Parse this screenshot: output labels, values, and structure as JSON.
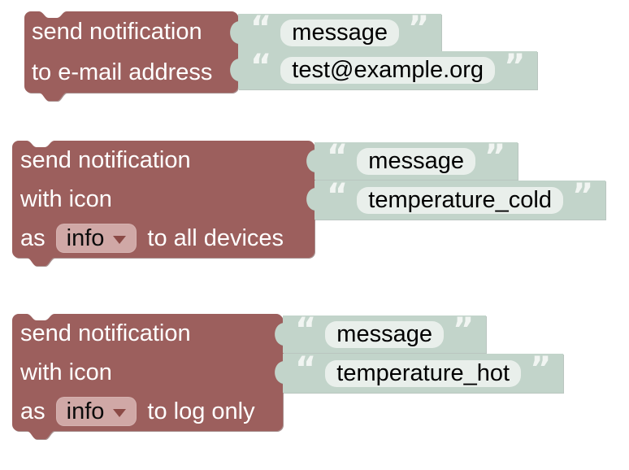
{
  "workspace": {
    "background": "#ffffff"
  },
  "colors": {
    "statement_block": "#9c5f5d",
    "statement_border": "#7d4a48",
    "value_block": "#c2d4ca",
    "field_background": "#e9efeb",
    "dropdown_background": "#d0a8a6",
    "dropdown_arrow": "#8b4a46",
    "quote_color": "#f1f5f2",
    "label_text": "#ffffff",
    "field_text": "#000000"
  },
  "quote_open": "“",
  "quote_close": "”",
  "blocks": {
    "b1": {
      "line1": "send notification",
      "line2": "to e-mail address",
      "input1": "message",
      "input2": "test@example.org"
    },
    "b2": {
      "line1": "send notification",
      "line2": "with icon",
      "as_label": "as",
      "dropdown_value": "info",
      "suffix": "to all devices",
      "input1": "message",
      "input2": "temperature_cold"
    },
    "b3": {
      "line1": "send notification",
      "line2": "with icon",
      "as_label": "as",
      "dropdown_value": "info",
      "suffix": "to log only",
      "input1": "message",
      "input2": "temperature_hot"
    }
  }
}
